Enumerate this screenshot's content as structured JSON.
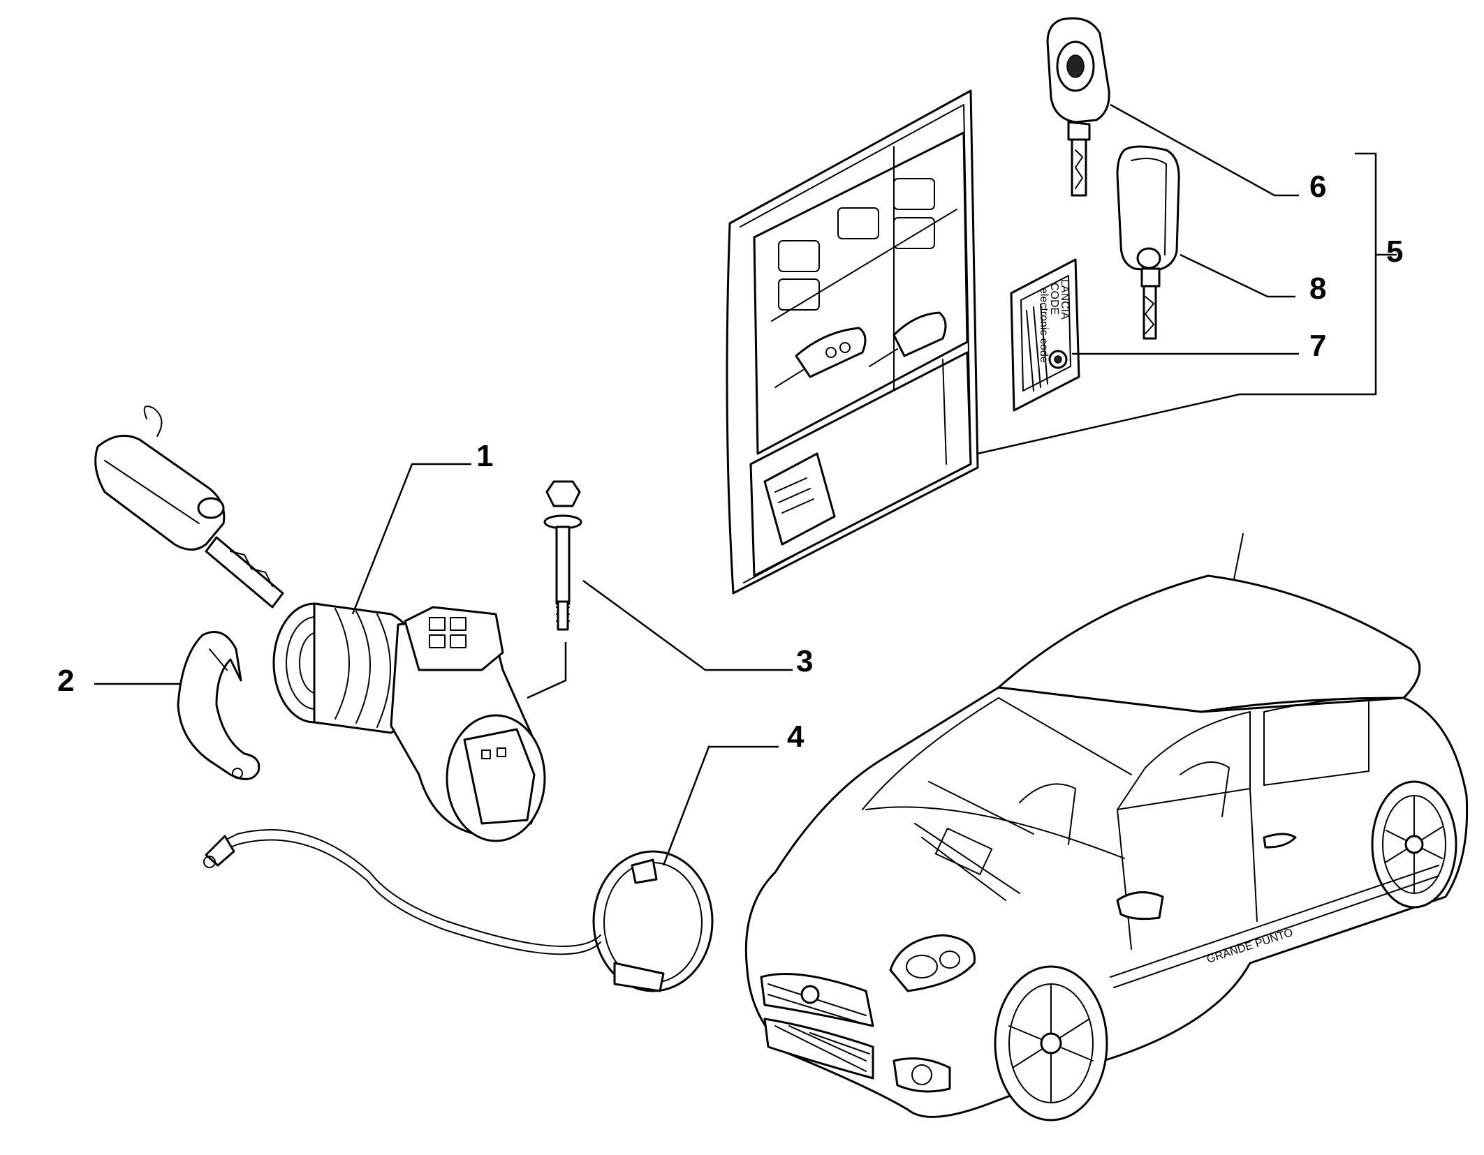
{
  "callouts": [
    {
      "id": "1",
      "label": "1"
    },
    {
      "id": "2",
      "label": "2"
    },
    {
      "id": "3",
      "label": "3"
    },
    {
      "id": "4",
      "label": "4"
    },
    {
      "id": "5",
      "label": "5"
    },
    {
      "id": "6",
      "label": "6"
    },
    {
      "id": "7",
      "label": "7"
    },
    {
      "id": "8",
      "label": "8"
    }
  ],
  "code_card": {
    "line1": "LANCIA",
    "line2": "CODE",
    "line3": "electronic code"
  },
  "car_badge": {
    "text": "GRANDE PUNTO"
  },
  "colors": {
    "line": "#000000",
    "background": "#ffffff"
  }
}
